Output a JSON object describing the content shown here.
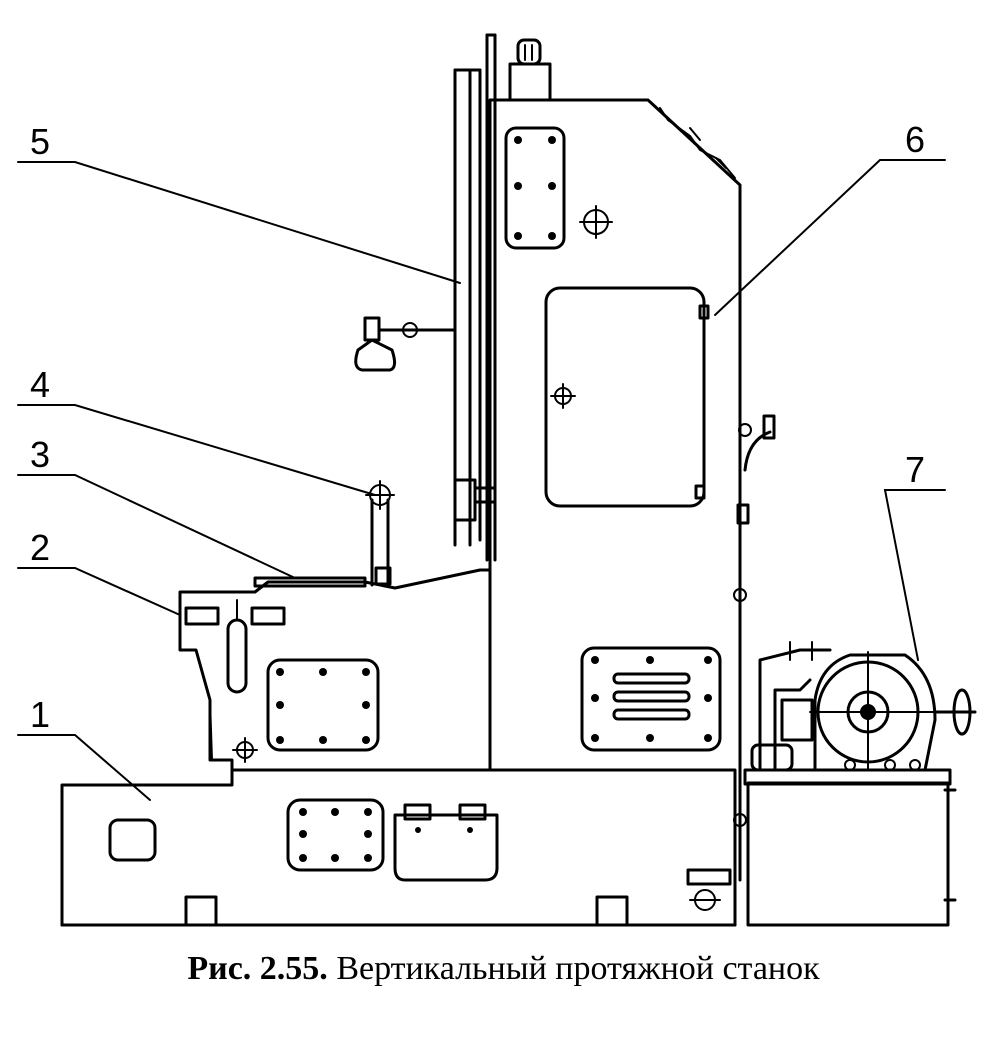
{
  "figure": {
    "callouts": [
      "1",
      "2",
      "3",
      "4",
      "5",
      "6",
      "7"
    ],
    "caption_number": "Рис. 2.55.",
    "caption_text": "Вертикальный протяжной станок"
  }
}
